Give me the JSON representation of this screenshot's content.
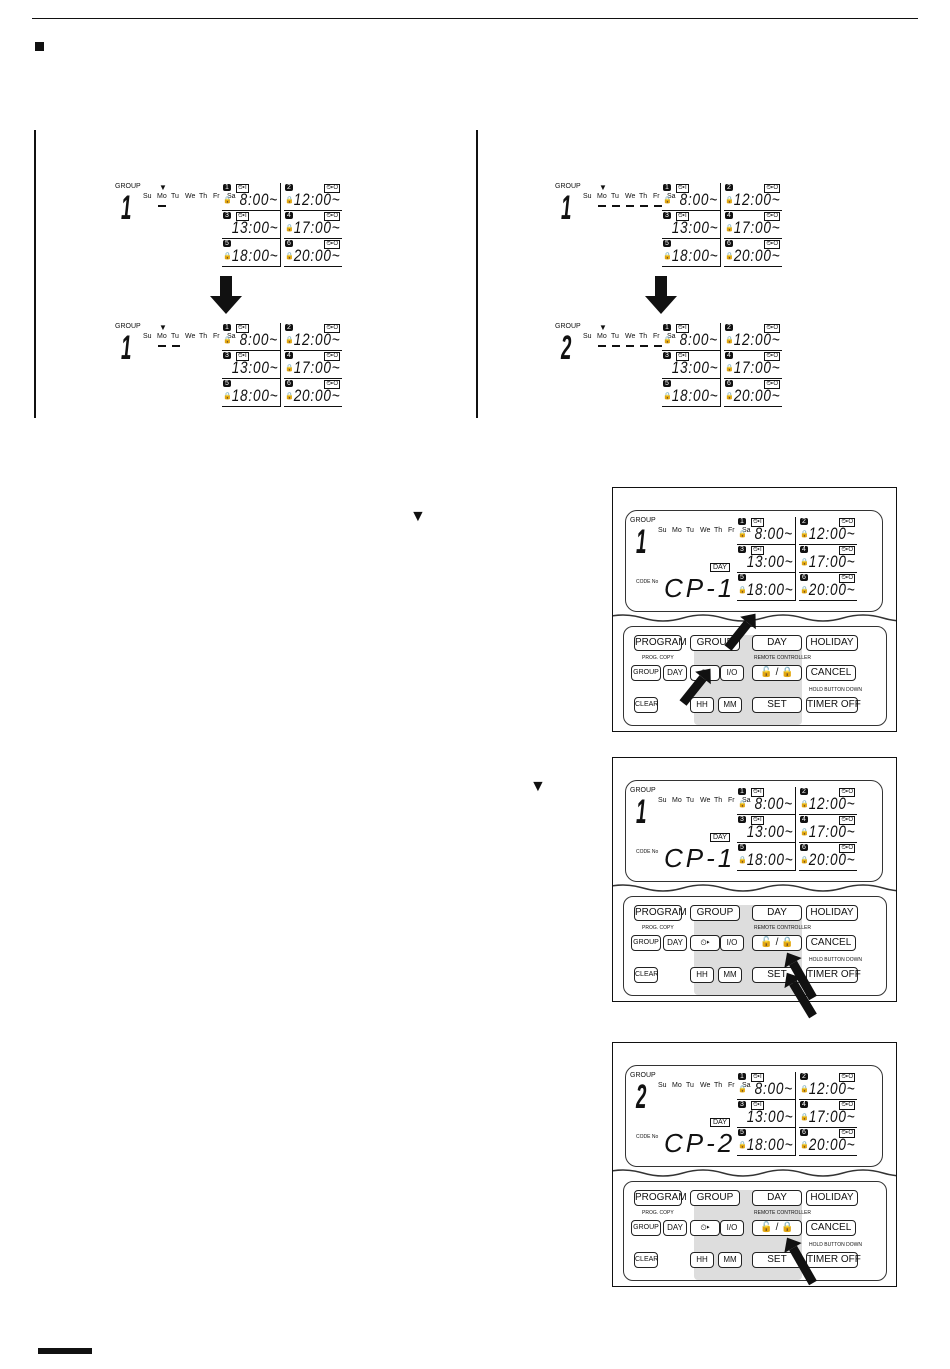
{
  "day_names": [
    "Su",
    "Mo",
    "Tu",
    "We",
    "Th",
    "Fr",
    "Sa"
  ],
  "group_label": "GROUP",
  "programs": [
    {
      "num": "1",
      "tag": "⏲▸I",
      "time": "8:00~"
    },
    {
      "num": "2",
      "tag": "⏲▸O",
      "time": "12:00~"
    },
    {
      "num": "3",
      "tag": "⏲▸I",
      "time": "13:00~"
    },
    {
      "num": "4",
      "tag": "⏲▸O",
      "time": "17:00~"
    },
    {
      "num": "5",
      "tag": "",
      "time": "18:00~"
    },
    {
      "num": "6",
      "tag": "⏲▸O",
      "time": "20:00~"
    }
  ],
  "diagrams": [
    {
      "group": "1",
      "marker_day": 1,
      "underlined": [
        1
      ]
    },
    {
      "group": "1",
      "marker_day": 1,
      "underlined": [
        1,
        2
      ]
    },
    {
      "group": "1",
      "marker_day": 1,
      "underlined": [
        1,
        2,
        3,
        4,
        5
      ]
    },
    {
      "group": "2",
      "marker_day": 1,
      "underlined": [
        1,
        2,
        3,
        4,
        5
      ]
    }
  ],
  "remotes": [
    {
      "group": "1",
      "code_label": "CODE No",
      "code": "CP-1",
      "day_label": "DAY"
    },
    {
      "group": "1",
      "code_label": "CODE No",
      "code": "CP-1",
      "day_label": "DAY"
    },
    {
      "group": "2",
      "code_label": "CODE No",
      "code": "CP-2",
      "day_label": "DAY"
    }
  ],
  "buttons": {
    "program": "PROGRAM",
    "group": "GROUP",
    "day": "DAY",
    "holiday": "HOLIDAY",
    "prog_copy": "PROG. COPY",
    "copy_group": "GROUP",
    "copy_day": "DAY",
    "clock": "⏲▸",
    "io": "I/O",
    "lock": "🔓 / 🔒",
    "remote_controller": "REMOTE CONTROLLER",
    "cancel": "CANCEL",
    "hold": "HOLD BUTTON DOWN",
    "clear": "CLEAR",
    "hh": "HH",
    "mm": "MM",
    "set": "SET",
    "timer_off": "TIMER OFF"
  },
  "markers": {
    "triangle": "▼"
  }
}
